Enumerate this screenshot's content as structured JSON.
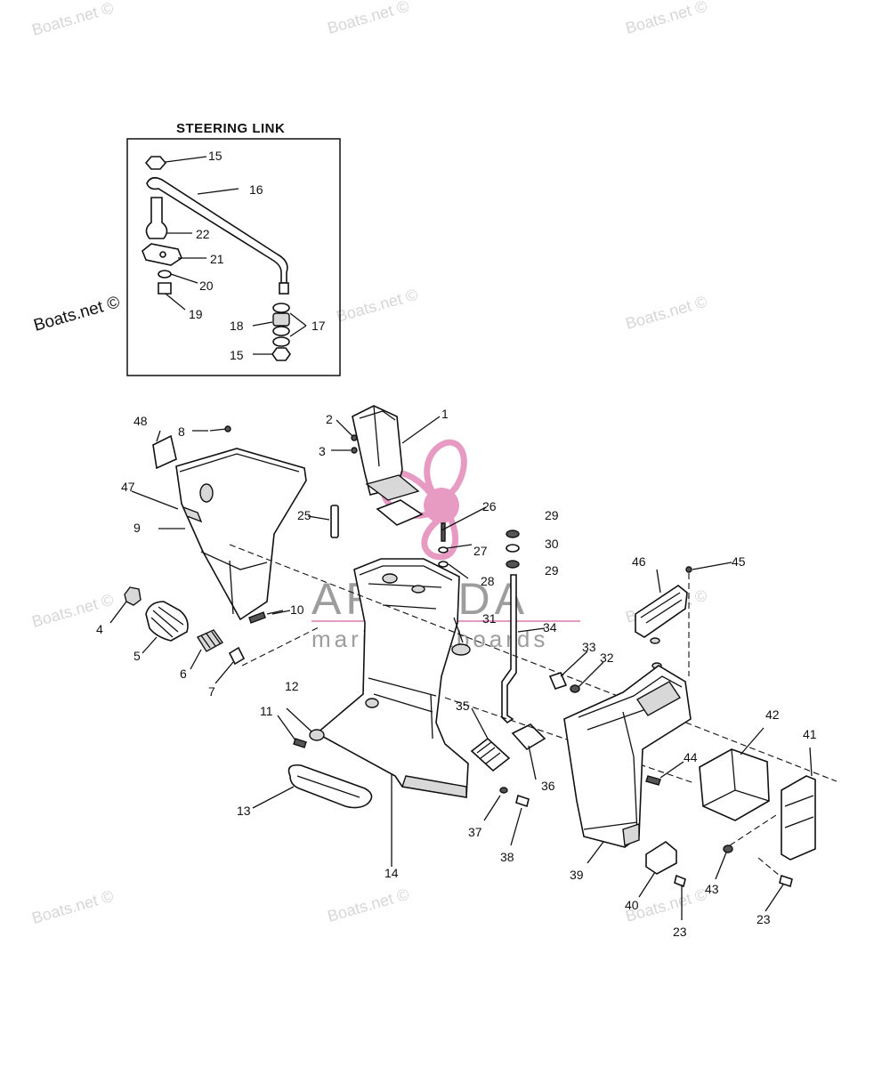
{
  "diagram": {
    "inset_title": "STEERING LINK",
    "watermark_text": "Boats.net ©",
    "brand_name": "ARMADA",
    "brand_tagline": "marine outboards",
    "brand_color": "#e79bc3",
    "part_labels": {
      "p1": "1",
      "p2": "2",
      "p3": "3",
      "p4": "4",
      "p5": "5",
      "p6": "6",
      "p7": "7",
      "p8": "8",
      "p9": "9",
      "p10": "10",
      "p11": "11",
      "p12": "12",
      "p13": "13",
      "p14": "14",
      "p15a": "15",
      "p15b": "15",
      "p16": "16",
      "p17": "17",
      "p18": "18",
      "p19": "19",
      "p20": "20",
      "p21": "21",
      "p22": "22",
      "p23a": "23",
      "p23b": "23",
      "p25": "25",
      "p26": "26",
      "p27": "27",
      "p28": "28",
      "p29a": "29",
      "p29b": "29",
      "p30": "30",
      "p31": "31",
      "p32": "32",
      "p33": "33",
      "p34": "34",
      "p35": "35",
      "p36": "36",
      "p37": "37",
      "p38": "38",
      "p39": "39",
      "p40": "40",
      "p41": "41",
      "p42": "42",
      "p43": "43",
      "p44": "44",
      "p45": "45",
      "p46": "46",
      "p47": "47",
      "p48": "48"
    }
  }
}
